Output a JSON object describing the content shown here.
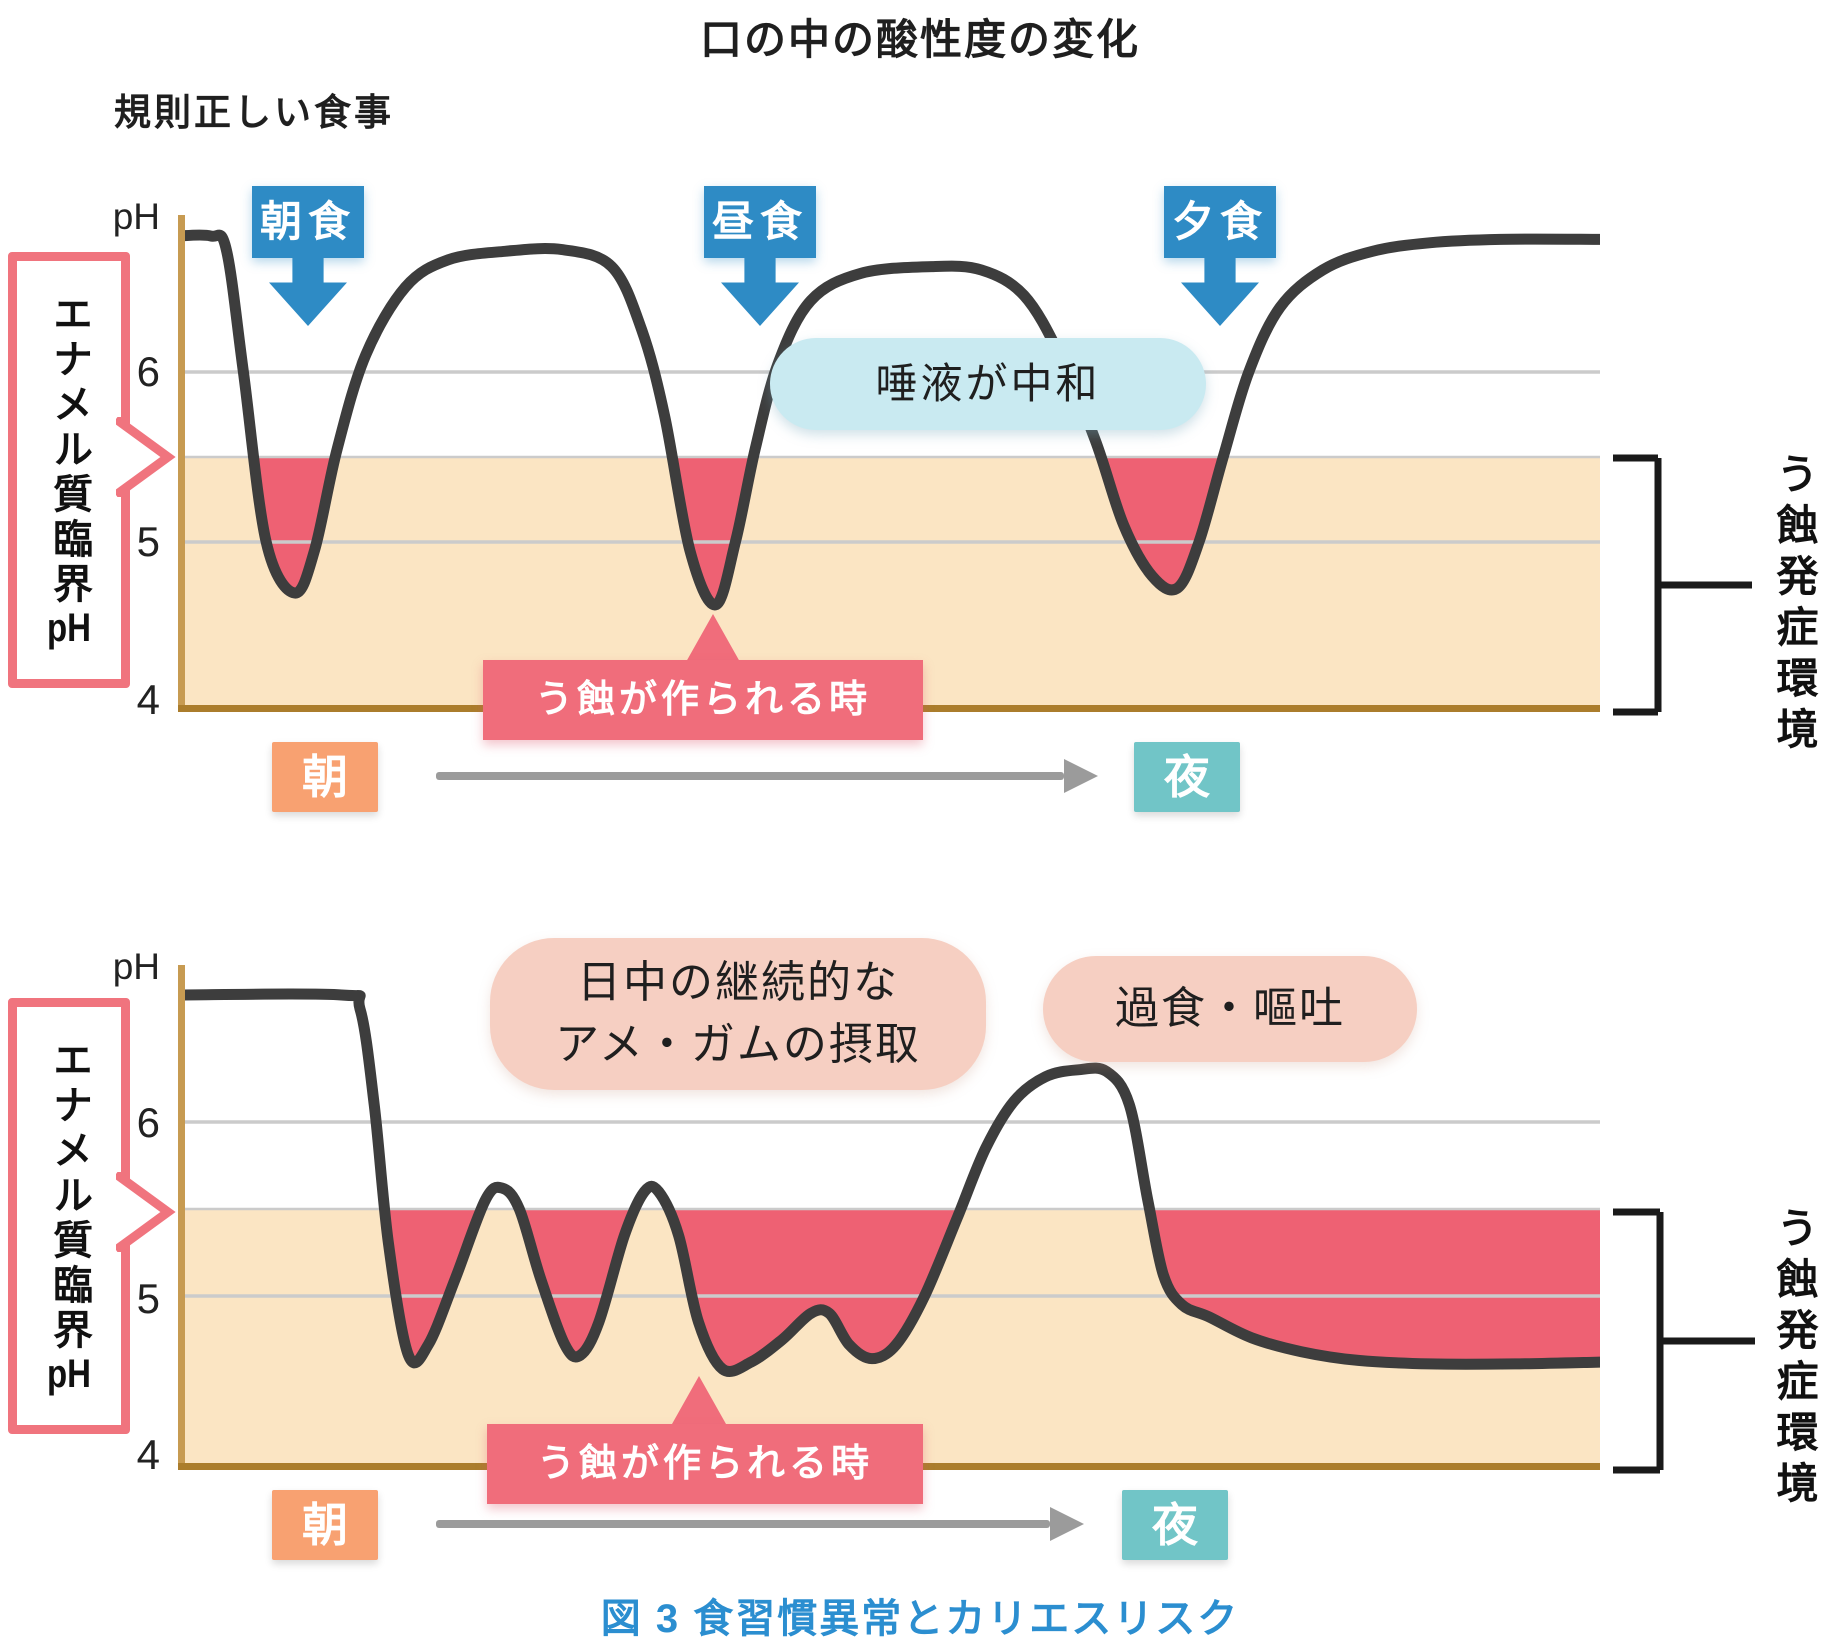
{
  "title": "口の中の酸性度の変化",
  "caption": "図 3 食習慣異常とカリエスリスク",
  "colors": {
    "meal_box_blue": "#2e8bc5",
    "saliva_bubble_bg": "#c9eaf1",
    "pink_bubble_bg": "#f6cfc2",
    "beige_band": "#fbe5c3",
    "red_fill": "#ee6173",
    "red_label_bg": "#f06d7b",
    "orange_morning_box": "#f8a171",
    "teal_night_box": "#71c5c7",
    "y_axis": "#c79b52",
    "x_axis": "#ab7d2c",
    "gridline": "#cbcbcb",
    "curve": "#3d3d3d",
    "bracket": "#1a1a1a",
    "caption_blue": "#2b8ed0",
    "callout_border": "#f0747e",
    "timeline_arrow": "#9b9b9b"
  },
  "chart1": {
    "subtitle": "規則正しい食事",
    "ph_label": "pH",
    "yticks": [
      "6",
      "5",
      "4"
    ],
    "meals": [
      "朝食",
      "昼食",
      "夕食"
    ],
    "saliva_bubble": "唾液が中和",
    "caries_label": "う蝕が作られる時",
    "enamel_label": "エナメル質臨界",
    "enamel_label_ph": "pH",
    "caries_env_label": "う蝕発症環境",
    "x_start": "朝",
    "x_end": "夜"
  },
  "chart2": {
    "ph_label": "pH",
    "yticks": [
      "6",
      "5",
      "4"
    ],
    "bubble_candy_gum_line1": "日中の継続的な",
    "bubble_candy_gum_line2": "アメ・ガムの摂取",
    "bubble_overeat": "過食・嘔吐",
    "caries_label": "う蝕が作られる時",
    "enamel_label": "エナメル質臨界",
    "enamel_label_ph": "pH",
    "caries_env_label": "う蝕発症環境",
    "x_start": "朝",
    "x_end": "夜"
  },
  "chart_data": [
    {
      "type": "line",
      "title": "規則正しい食事 (regular meals)",
      "xlabel": "time of day 朝→夜 (% of timeline)",
      "ylabel": "pH",
      "ylim": [
        4,
        6.92
      ],
      "yticks": [
        6,
        5,
        4
      ],
      "critical_ph": 5.5,
      "grid": true,
      "annotations": [
        {
          "label": "朝食",
          "x_pct": 9
        },
        {
          "label": "昼食",
          "x_pct": 41
        },
        {
          "label": "夕食",
          "x_pct": 73
        },
        {
          "label": "唾液が中和",
          "x_pct": 57
        },
        {
          "label": "う蝕が作られる時",
          "points_to_x_pct": 38
        },
        {
          "label": "う蝕発症環境",
          "band_ph": [
            4,
            5.5
          ]
        }
      ],
      "points": [
        [
          0,
          6.8
        ],
        [
          2.3,
          6.8
        ],
        [
          3.4,
          6.72
        ],
        [
          4.6,
          6.0
        ],
        [
          6.2,
          5.0
        ],
        [
          8.2,
          4.7
        ],
        [
          9.6,
          4.95
        ],
        [
          11.2,
          5.55
        ],
        [
          13.2,
          6.1
        ],
        [
          16,
          6.5
        ],
        [
          19,
          6.66
        ],
        [
          23,
          6.71
        ],
        [
          27,
          6.72
        ],
        [
          30.5,
          6.62
        ],
        [
          32.6,
          6.25
        ],
        [
          34.2,
          5.75
        ],
        [
          36,
          4.95
        ],
        [
          37.8,
          4.63
        ],
        [
          39.2,
          5.0
        ],
        [
          40.6,
          5.55
        ],
        [
          42.2,
          6.05
        ],
        [
          44.5,
          6.42
        ],
        [
          48,
          6.58
        ],
        [
          53,
          6.62
        ],
        [
          56.5,
          6.6
        ],
        [
          59.5,
          6.45
        ],
        [
          62,
          6.1
        ],
        [
          64.5,
          5.6
        ],
        [
          66.5,
          5.1
        ],
        [
          68.5,
          4.8
        ],
        [
          70.3,
          4.73
        ],
        [
          71.8,
          5.0
        ],
        [
          73.5,
          5.5
        ],
        [
          75.3,
          6.0
        ],
        [
          77.5,
          6.38
        ],
        [
          80.5,
          6.6
        ],
        [
          84,
          6.71
        ],
        [
          88,
          6.76
        ],
        [
          93,
          6.78
        ],
        [
          100,
          6.78
        ]
      ]
    },
    {
      "type": "line",
      "title": "食習慣異常 (irregular eating: candy/gum all day, overeating/vomiting)",
      "xlabel": "time of day 朝→夜 (% of timeline)",
      "ylabel": "pH",
      "ylim": [
        4,
        6.9
      ],
      "yticks": [
        6,
        5,
        4
      ],
      "critical_ph": 5.5,
      "grid": true,
      "annotations": [
        {
          "label": "日中の継続的なアメ・ガムの摂取",
          "x_pct": 32
        },
        {
          "label": "過食・嘔吐",
          "x_pct": 63
        },
        {
          "label": "う蝕が作られる時",
          "points_to_x_pct": 37
        },
        {
          "label": "う蝕発症環境",
          "band_ph": [
            4,
            5.5
          ]
        }
      ],
      "points": [
        [
          0,
          6.73
        ],
        [
          11.5,
          6.73
        ],
        [
          12.8,
          6.65
        ],
        [
          13.8,
          6.1
        ],
        [
          14.8,
          5.3
        ],
        [
          16.2,
          4.66
        ],
        [
          17.6,
          4.72
        ],
        [
          19.5,
          5.1
        ],
        [
          21.6,
          5.55
        ],
        [
          22.8,
          5.62
        ],
        [
          24,
          5.5
        ],
        [
          25.5,
          5.1
        ],
        [
          27.2,
          4.72
        ],
        [
          28.3,
          4.66
        ],
        [
          29.6,
          4.85
        ],
        [
          31.4,
          5.35
        ],
        [
          32.8,
          5.6
        ],
        [
          33.8,
          5.6
        ],
        [
          35.2,
          5.35
        ],
        [
          36.6,
          4.85
        ],
        [
          38.3,
          4.58
        ],
        [
          40.3,
          4.62
        ],
        [
          42.5,
          4.75
        ],
        [
          44.5,
          4.9
        ],
        [
          45.8,
          4.9
        ],
        [
          47.2,
          4.72
        ],
        [
          48.8,
          4.64
        ],
        [
          50.5,
          4.72
        ],
        [
          52.5,
          5.0
        ],
        [
          54.8,
          5.45
        ],
        [
          56.8,
          5.85
        ],
        [
          58.8,
          6.12
        ],
        [
          61,
          6.26
        ],
        [
          63.3,
          6.3
        ],
        [
          65.3,
          6.29
        ],
        [
          66.9,
          6.1
        ],
        [
          68.2,
          5.55
        ],
        [
          69.3,
          5.12
        ],
        [
          70.6,
          4.95
        ],
        [
          72.5,
          4.88
        ],
        [
          75.5,
          4.76
        ],
        [
          79,
          4.68
        ],
        [
          83,
          4.63
        ],
        [
          88,
          4.61
        ],
        [
          94,
          4.61
        ],
        [
          100,
          4.62
        ]
      ]
    }
  ]
}
